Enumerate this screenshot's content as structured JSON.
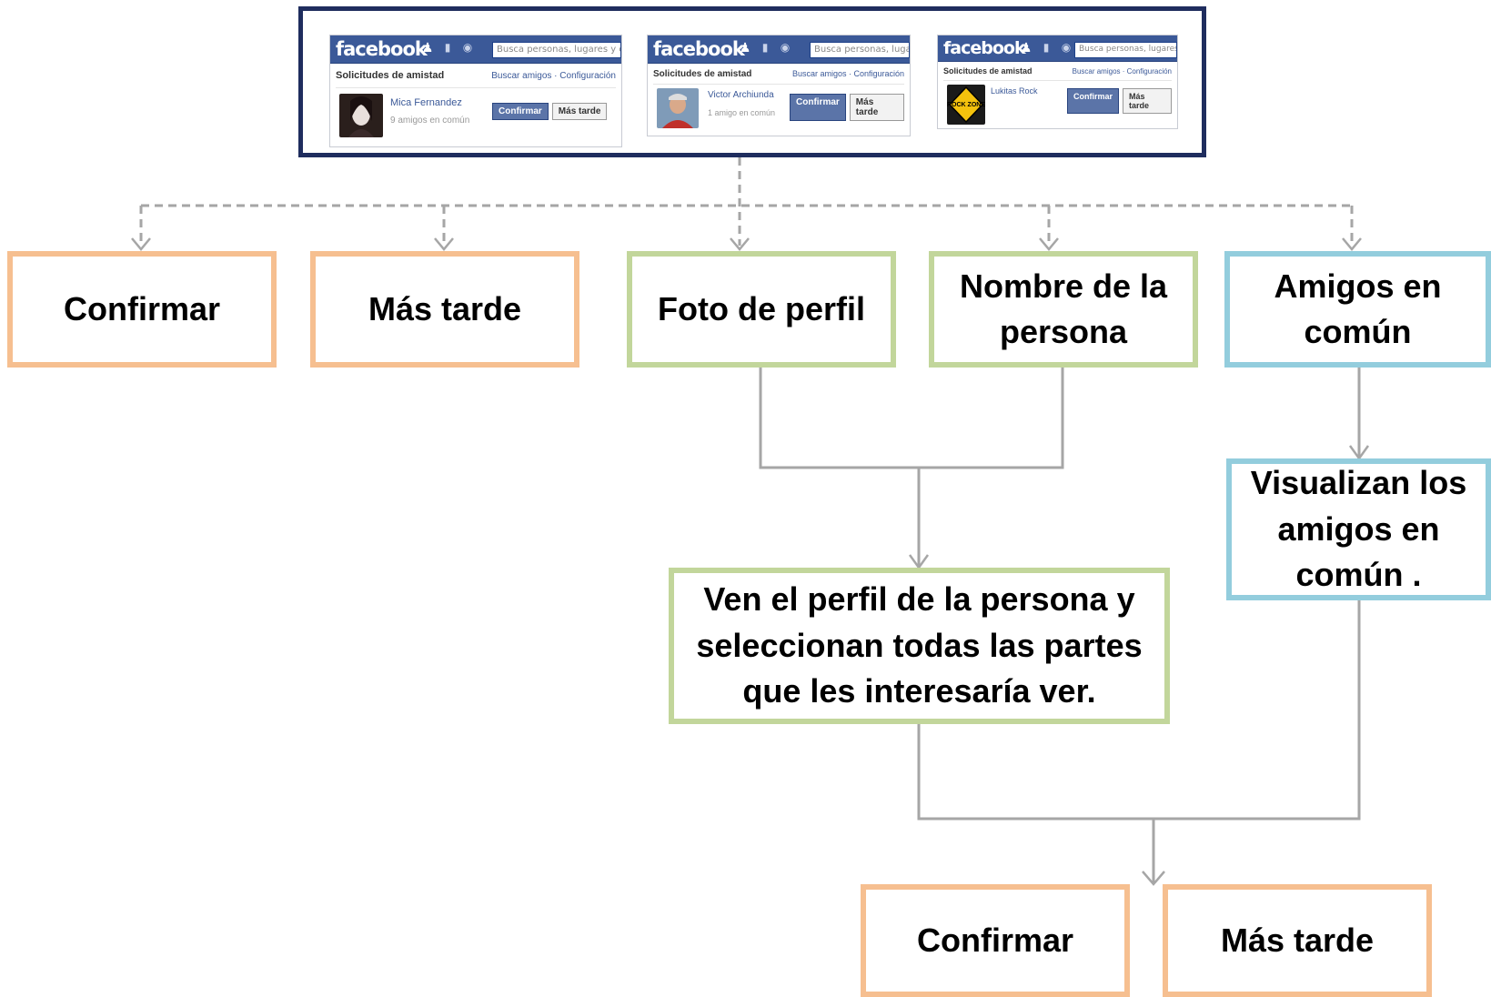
{
  "colors": {
    "frame": "#1f2d5e",
    "orange": "#f6bf90",
    "green": "#c2d69b",
    "blue": "#93cddd",
    "connector": "#a6a6a6",
    "facebook_blue": "#3b5998"
  },
  "screenshots": [
    {
      "logo": "facebook",
      "search_placeholder": "Busca personas, lugares y cosas",
      "section_title": "Solicitudes de amistad",
      "links": "Buscar amigos · Configuración",
      "name": "Mica Fernandez",
      "mutual": "9 amigos en común",
      "confirm": "Confirmar",
      "later": "Más tarde"
    },
    {
      "logo": "facebook",
      "search_placeholder": "Busca personas, lugares y cosas",
      "section_title": "Solicitudes de amistad",
      "links": "Buscar amigos · Configuración",
      "name": "Victor Archiunda",
      "mutual": "1 amigo en común",
      "confirm": "Confirmar",
      "later": "Más tarde"
    },
    {
      "logo": "facebook",
      "search_placeholder": "Busca personas, lugares y cosas",
      "section_title": "Solicitudes de amistad",
      "links": "Buscar amigos · Configuración",
      "name": "Lukitas Rock",
      "confirm": "Confirmar",
      "later": "Más tarde",
      "avatar_text": "ROCK ZONE"
    }
  ],
  "nodes": {
    "confirm_top": "Confirmar",
    "later_top": "Más tarde",
    "profile_photo": "Foto de perfil",
    "person_name": "Nombre de la persona",
    "mutual_friends": "Amigos en común",
    "view_mutual": "Visualizan los amigos en común .",
    "view_profile": "Ven el perfil de la persona y seleccionan todas las partes que les interesaría ver.",
    "confirm_bottom": "Confirmar",
    "later_bottom": "Más tarde"
  }
}
